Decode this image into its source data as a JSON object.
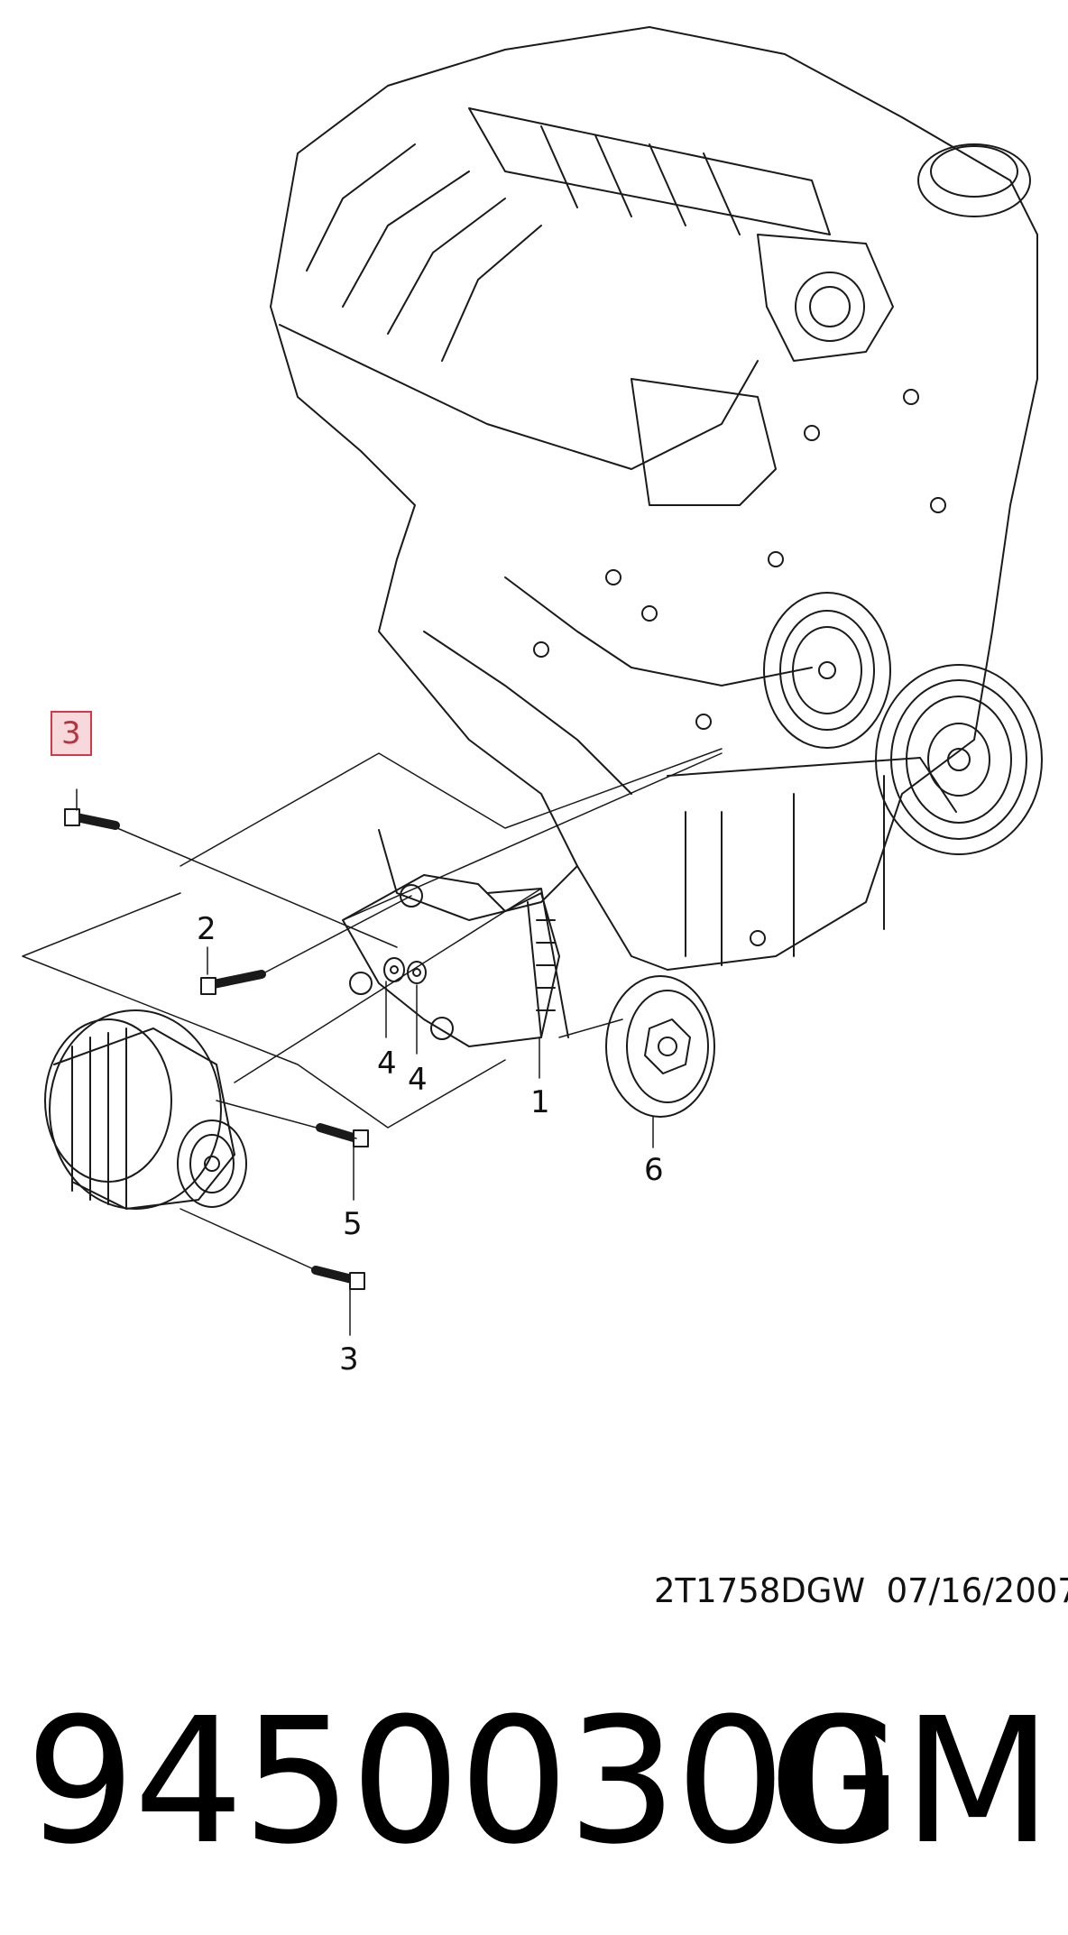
{
  "callouts": [
    {
      "id": "c3-top",
      "label": "3",
      "highlighted": true
    },
    {
      "id": "c2",
      "label": "2"
    },
    {
      "id": "c4a",
      "label": "4"
    },
    {
      "id": "c4b",
      "label": "4"
    },
    {
      "id": "c1",
      "label": "1"
    },
    {
      "id": "c6",
      "label": "6"
    },
    {
      "id": "c5",
      "label": "5"
    },
    {
      "id": "c3-bottom",
      "label": "3"
    }
  ],
  "drawing_id": "2T1758DGW  07/16/2007",
  "part_number": "94500300",
  "brand": "GM",
  "colors": {
    "line": "#1a1a1a",
    "highlight_border": "#d23a4a",
    "highlight_fill": "#f7d9dc"
  }
}
